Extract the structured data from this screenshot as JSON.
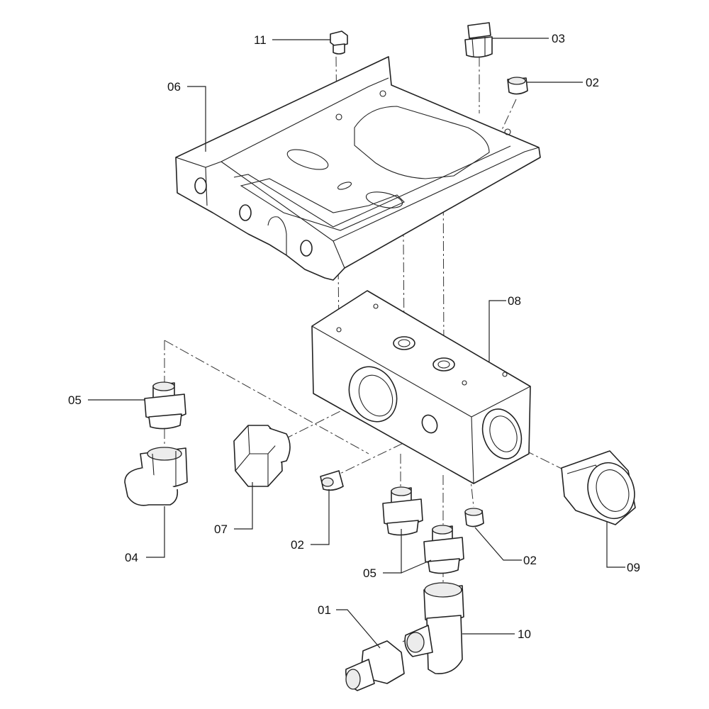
{
  "labels": [
    {
      "id": "11",
      "text": "11"
    },
    {
      "id": "03",
      "text": "03"
    },
    {
      "id": "02a",
      "text": "02"
    },
    {
      "id": "06",
      "text": "06"
    },
    {
      "id": "08",
      "text": "08"
    },
    {
      "id": "05a",
      "text": "05"
    },
    {
      "id": "04",
      "text": "04"
    },
    {
      "id": "07",
      "text": "07"
    },
    {
      "id": "02b",
      "text": "02"
    },
    {
      "id": "05b",
      "text": "05"
    },
    {
      "id": "02c",
      "text": "02"
    },
    {
      "id": "09",
      "text": "09"
    },
    {
      "id": "01",
      "text": "01"
    },
    {
      "id": "10",
      "text": "10"
    }
  ]
}
